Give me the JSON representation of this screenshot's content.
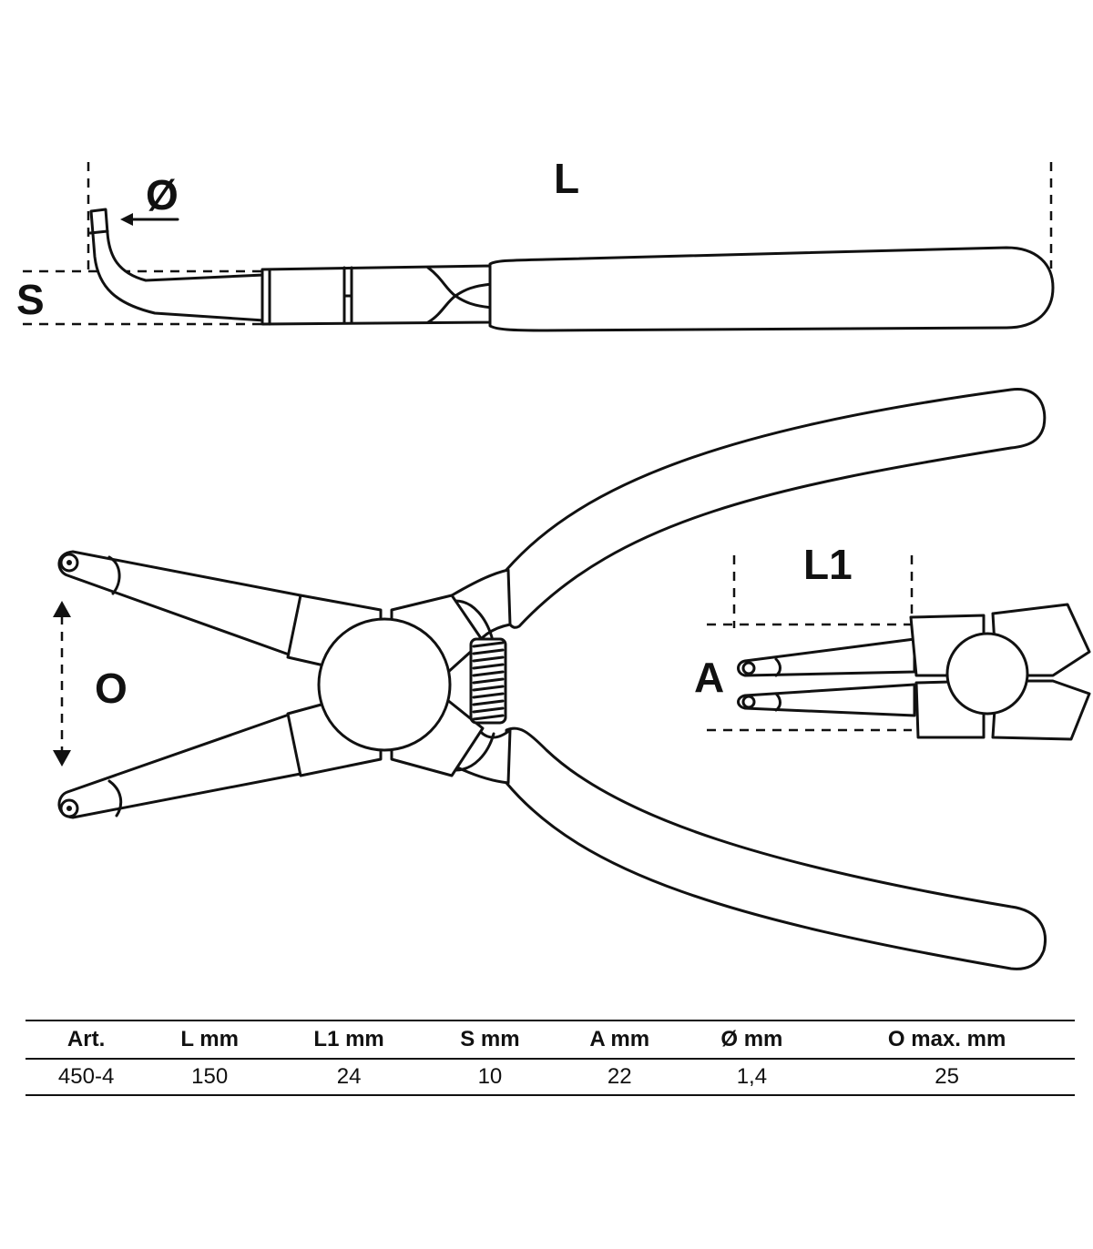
{
  "labels": {
    "L": "L",
    "diameter": "Ø",
    "S": "S",
    "O": "O",
    "L1": "L1",
    "A": "A"
  },
  "table": {
    "headers": [
      "Art.",
      "L  mm",
      "L1  mm",
      "S  mm",
      "A  mm",
      "Ø  mm",
      "O  max.  mm"
    ],
    "rows": [
      [
        "450-4",
        "150",
        "24",
        "10",
        "22",
        "1,4",
        "25"
      ]
    ]
  }
}
